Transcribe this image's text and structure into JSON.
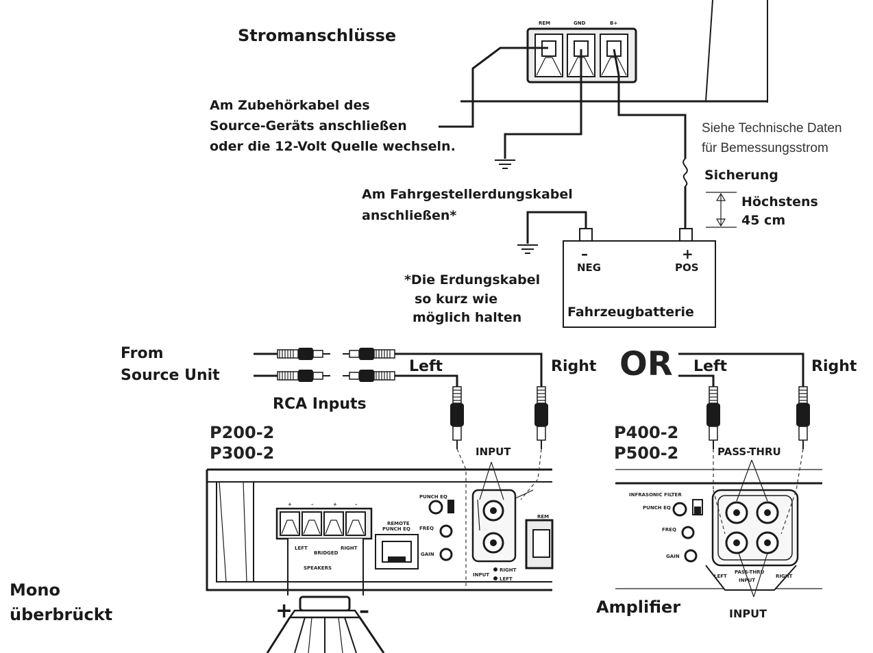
{
  "power": {
    "title": "Stromanschlüsse",
    "terminals": [
      "REM",
      "GND",
      "B+"
    ],
    "remote_note": [
      "Am Zubehörkabel des",
      "Source-Geräts anschließen",
      "oder die 12-Volt Quelle wechseln."
    ],
    "spec_note": [
      "Siehe Technische Daten",
      "für Bemessungsstrom"
    ],
    "fuse_label": "Sicherung",
    "max_label": [
      "Höchstens",
      "45 cm"
    ],
    "chassis_note": [
      "Am Fahrgestellerdungskabel",
      "anschließen*"
    ],
    "ground_note": [
      "*Die Erdungskabel",
      "so kurz wie",
      "möglich halten"
    ],
    "battery": {
      "neg_sign": "–",
      "neg": "NEG",
      "pos_sign": "+",
      "pos": "POS",
      "label": "Fahrzeugbatterie"
    }
  },
  "rca": {
    "from": [
      "From",
      "Source Unit"
    ],
    "inputs_label": "RCA Inputs",
    "left": "Left",
    "right": "Right",
    "or": "OR",
    "left2": "Left",
    "right2": "Right"
  },
  "amp_left": {
    "models": [
      "P200-2",
      "P300-2"
    ],
    "input_label": "INPUT",
    "speaker_signs": [
      "+",
      "–",
      "+",
      "–"
    ],
    "speaker_sub": [
      "LEFT",
      "BRIDGED",
      "RIGHT"
    ],
    "speakers_label": "SPEAKERS",
    "remote_label": [
      "REMOTE",
      "PUNCH EQ"
    ],
    "punch_eq": "PUNCH EQ",
    "freq": "FREQ",
    "gain": "GAIN",
    "input_small": "INPUT",
    "right_small": "RIGHT",
    "left_small": "LEFT",
    "rem_cut": "REM",
    "woofer_plus": "+",
    "woofer_minus": "–"
  },
  "amp_right": {
    "models": [
      "P400-2",
      "P500-2"
    ],
    "pass_thru": "PASS-THRU",
    "infrasonic": "INFRASONIC FILTER",
    "punch_eq": "PUNCH EQ",
    "freq": "FREQ",
    "gain": "GAIN",
    "bottom_small": [
      "LEFT",
      "PASS-THRU",
      "INPUT",
      "RIGHT"
    ],
    "input_label": "INPUT",
    "amplifier": "Amplifier"
  },
  "mono_label": [
    "Mono",
    "überbrückt"
  ]
}
